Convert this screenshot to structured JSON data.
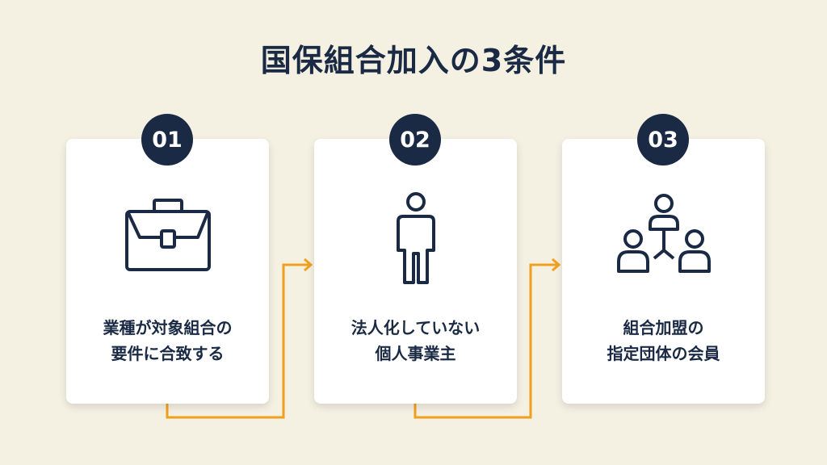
{
  "title": "国保組合加入の3条件",
  "colors": {
    "navy": "#1b2a44",
    "accent": "#f0a020",
    "background": "#f4f0e2"
  },
  "steps": [
    {
      "number": "01",
      "icon": "briefcase-icon",
      "line1": "業種が対象組合の",
      "line2": "要件に合致する"
    },
    {
      "number": "02",
      "icon": "person-icon",
      "line1": "法人化していない",
      "line2": "個人事業主"
    },
    {
      "number": "03",
      "icon": "group-network-icon",
      "line1": "組合加盟の",
      "line2": "指定団体の会員"
    }
  ]
}
